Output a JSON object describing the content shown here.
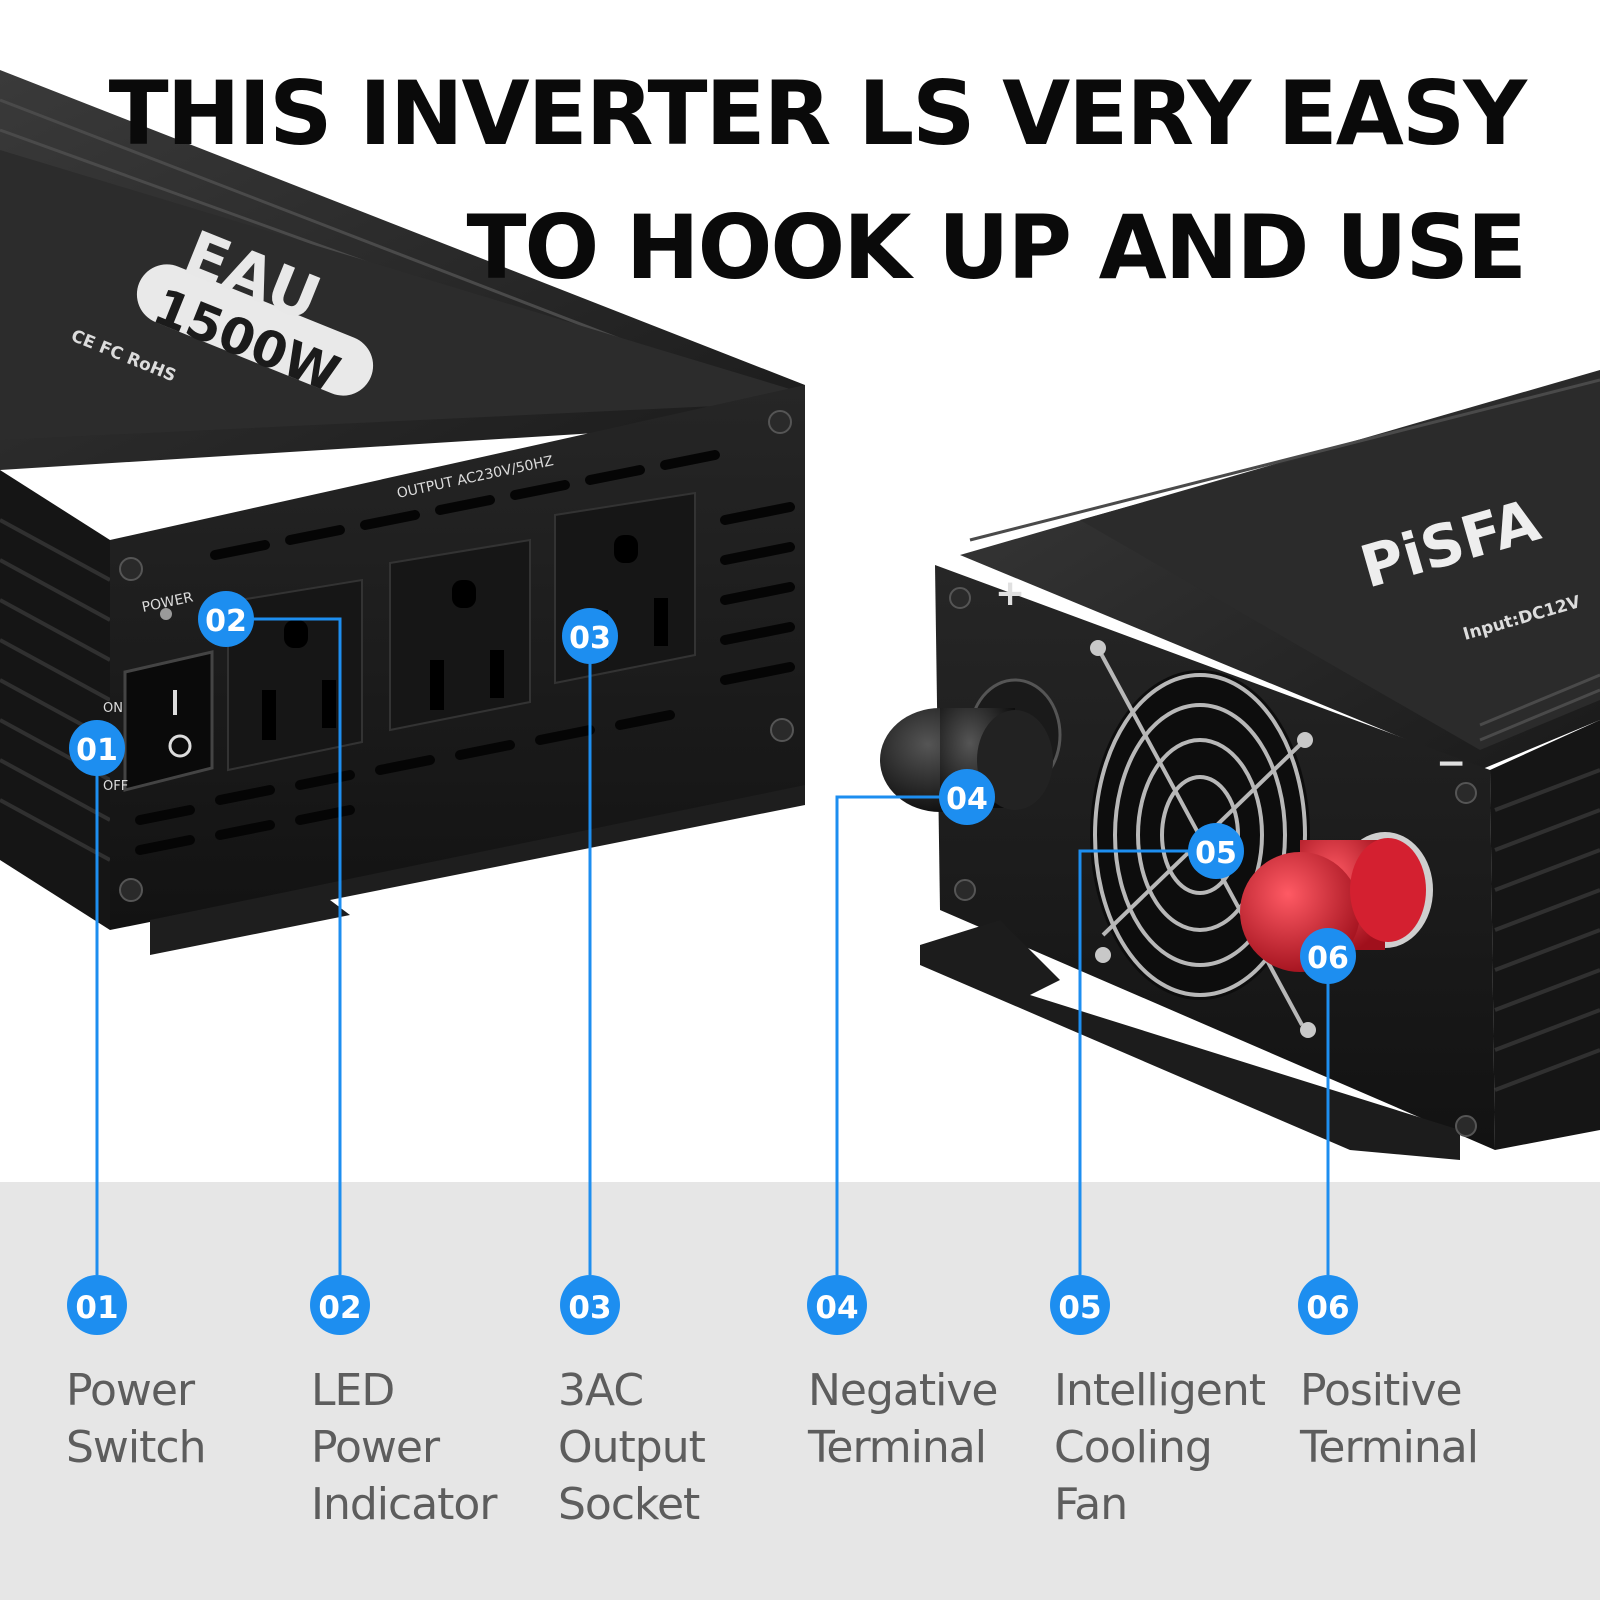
{
  "headline": {
    "line1": "THIS INVERTER LS VERY EASY",
    "line2": "TO HOOK UP AND USE"
  },
  "product_markings": {
    "power_rating": "1500W",
    "brand_left": "EAU",
    "brand_right": "PiSFA",
    "certifications": "CE FC RoHS",
    "output_rating": "OUTPUT AC230V/50HZ",
    "power_led_label": "POWER",
    "switch_on": "ON",
    "switch_off": "OFF",
    "input_rating": "Input:DC12V",
    "plus_sign": "+",
    "minus_sign": "−"
  },
  "features": [
    {
      "number": "01",
      "line1": "Power",
      "line2": "Switch",
      "line3": ""
    },
    {
      "number": "02",
      "line1": "LED",
      "line2": "Power",
      "line3": "Indicator"
    },
    {
      "number": "03",
      "line1": "3AC",
      "line2": "Output",
      "line3": "Socket"
    },
    {
      "number": "04",
      "line1": "Negative",
      "line2": "Terminal",
      "line3": ""
    },
    {
      "number": "05",
      "line1": "Intelligent",
      "line2": "Cooling",
      "line3": "Fan"
    },
    {
      "number": "06",
      "line1": "Positive",
      "line2": "Terminal",
      "line3": ""
    }
  ],
  "colors": {
    "accent_blue": "#1d8ef0",
    "label_gray": "#5d5d5d",
    "panel_gray": "#e6e6e6",
    "device_black": "#1b1b1b",
    "terminal_red": "#d42030"
  }
}
